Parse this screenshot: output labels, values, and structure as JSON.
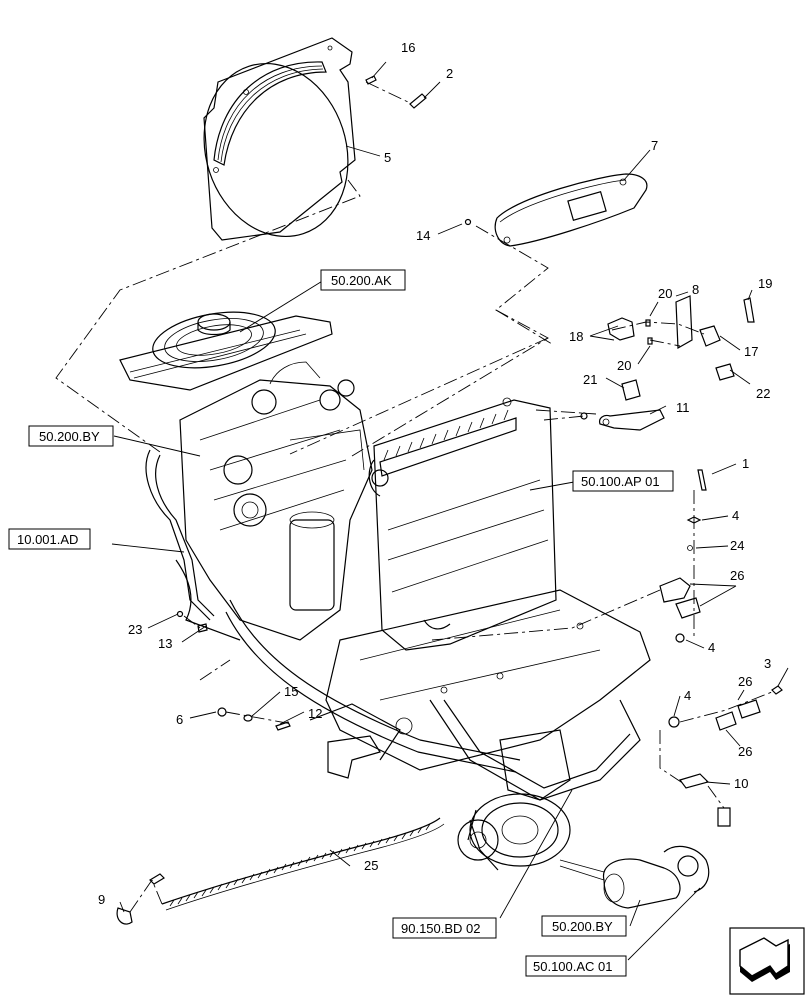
{
  "callouts": {
    "c1": "1",
    "c2": "2",
    "c3": "3",
    "c4a": "4",
    "c4b": "4",
    "c4c": "4",
    "c5": "5",
    "c6": "6",
    "c7": "7",
    "c8": "8",
    "c9": "9",
    "c10": "10",
    "c11": "11",
    "c12": "12",
    "c13": "13",
    "c14": "14",
    "c15": "15",
    "c16": "16",
    "c17": "17",
    "c18": "18",
    "c19": "19",
    "c20a": "20",
    "c20b": "20",
    "c21": "21",
    "c22": "22",
    "c23": "23",
    "c24": "24",
    "c25": "25",
    "c26a": "26",
    "c26b": "26",
    "c26c": "26"
  },
  "references": {
    "r_50200ak": "50.200.AK",
    "r_50200by_top": "50.200.BY",
    "r_10001ad": "10.001.AD",
    "r_50100ap01": "50.100.AP 01",
    "r_90150bd02": "90.150.BD 02",
    "r_50200by_bottom": "50.200.BY",
    "r_50100ac01": "50.100.AC 01"
  },
  "icons": {
    "nav": "arrow-navigation-icon"
  }
}
